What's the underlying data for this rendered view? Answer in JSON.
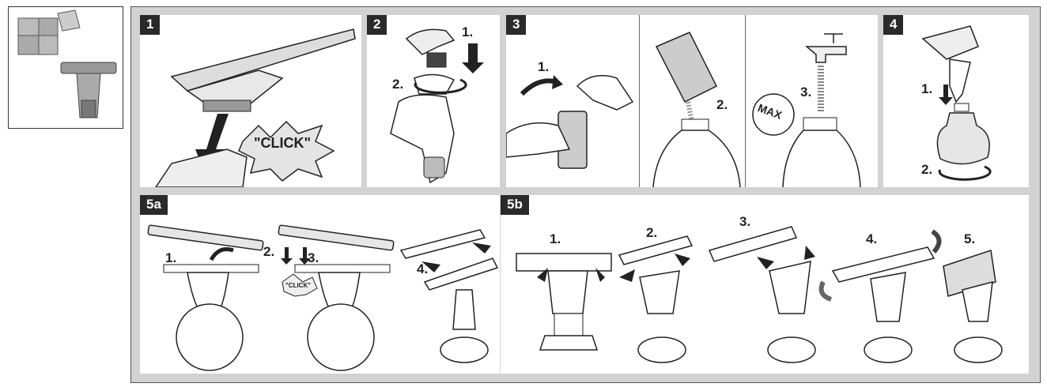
{
  "steps": {
    "s1": "1",
    "s2": "2",
    "s3": "3",
    "s4": "4",
    "s5a": "5a",
    "s5b": "5b"
  },
  "labels": {
    "click_big": "\"CLICK\"",
    "click_small": "\"CLICK\"",
    "max": "MAX",
    "p2_1": "1.",
    "p2_2": "2.",
    "p3a_1": "1.",
    "p3b_2": "2.",
    "p3c_3": "3.",
    "p4_1": "1.",
    "p4_2": "2.",
    "p5a_1": "1.",
    "p5a_2": "2.",
    "p5a_3": "3.",
    "p5a_4": "4.",
    "p5b_1": "1.",
    "p5b_2": "2.",
    "p5b_3": "3.",
    "p5b_4": "4.",
    "p5b_5": "5."
  },
  "colors": {
    "frame": "#d2d2d2",
    "badge": "#2a2a2a",
    "line": "#222222",
    "fill_light": "#e6e6e6",
    "fill_mid": "#bdbdbd"
  }
}
